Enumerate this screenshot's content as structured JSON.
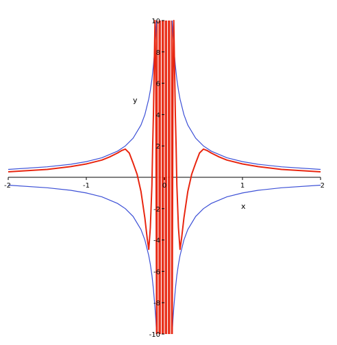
{
  "chart_data": {
    "type": "line",
    "xlabel": "x",
    "ylabel": "y",
    "xlim": [
      -2,
      2
    ],
    "ylim": [
      -10,
      10
    ],
    "x_ticks": [
      -2,
      -1,
      0,
      1,
      2
    ],
    "x_tick_labels": [
      "-2",
      "-1",
      "0",
      "1",
      "2"
    ],
    "y_ticks": [
      -10,
      -8,
      -6,
      -4,
      -2,
      2,
      4,
      6,
      8,
      10
    ],
    "y_tick_labels": [
      "-10",
      "-8",
      "-6",
      "-4",
      "-2",
      "2",
      "4",
      "6",
      "8",
      "10"
    ],
    "grid": false,
    "legend": "none",
    "series": [
      {
        "color": "#3b4fd6",
        "style": "envelope",
        "x": [
          -2,
          -1.5,
          -1.2,
          -1,
          -0.8,
          -0.6,
          -0.5,
          -0.4,
          -0.3,
          -0.25,
          -0.2,
          -0.18,
          -0.16,
          -0.14,
          -0.12,
          -0.11,
          -0.1,
          0.1,
          0.11,
          0.12,
          0.14,
          0.16,
          0.18,
          0.2,
          0.25,
          0.3,
          0.4,
          0.5,
          0.6,
          0.8,
          1,
          1.2,
          1.5,
          2
        ],
        "y_upper": [
          0.5,
          0.67,
          0.83,
          1,
          1.25,
          1.67,
          2,
          2.5,
          3.33,
          4,
          5,
          5.56,
          6.25,
          7.14,
          8.33,
          9.09,
          10,
          10,
          9.09,
          8.33,
          7.14,
          6.25,
          5.56,
          5,
          4,
          3.33,
          2.5,
          2,
          1.67,
          1.25,
          1,
          0.83,
          0.67,
          0.5
        ],
        "y_lower": [
          -0.5,
          -0.67,
          -0.83,
          -1,
          -1.25,
          -1.67,
          -2,
          -2.5,
          -3.33,
          -4,
          -5,
          -5.56,
          -6.25,
          -7.14,
          -8.33,
          -9.09,
          -10,
          -10,
          -9.09,
          -8.33,
          -7.14,
          -6.25,
          -5.56,
          -5,
          -4,
          -3.33,
          -2.5,
          -2,
          -1.67,
          -1.25,
          -1,
          -0.83,
          -0.67,
          -0.5
        ]
      },
      {
        "color": "#e8250f",
        "style": "oscillating",
        "x": [
          -2,
          -1.5,
          -1.2,
          -1,
          -0.8,
          -0.7,
          -0.6,
          -0.55,
          -0.5,
          -0.45,
          -0.4,
          -0.35,
          -0.3,
          -0.25,
          -0.22,
          -0.2,
          -0.18,
          -0.16,
          -0.15,
          -0.14,
          -0.13,
          -0.12,
          -0.11,
          -0.1,
          0.1,
          0.11,
          0.12,
          0.13,
          0.14,
          0.15,
          0.16,
          0.18,
          0.2,
          0.22,
          0.25,
          0.3,
          0.35,
          0.4,
          0.45,
          0.5,
          0.55,
          0.6,
          0.7,
          0.8,
          1,
          1.2,
          1.5,
          2
        ],
        "y": [
          0.35,
          0.5,
          0.68,
          0.85,
          1.1,
          1.3,
          1.55,
          1.7,
          1.8,
          1.55,
          0.9,
          0.2,
          -0.9,
          -2.6,
          -3.9,
          -4.6,
          -3.2,
          -0.5,
          2,
          4,
          7.14,
          10,
          6,
          -10,
          -10,
          6,
          10,
          7.14,
          4,
          2,
          -0.5,
          -3.2,
          -4.6,
          -3.9,
          -2.6,
          -0.9,
          0.2,
          0.9,
          1.55,
          1.8,
          1.7,
          1.55,
          1.3,
          1.1,
          0.85,
          0.68,
          0.5,
          0.35
        ]
      }
    ],
    "central_band": {
      "color": "#e8250f",
      "x_range": [
        -0.1,
        0.1
      ],
      "y_range": [
        -10,
        10
      ]
    }
  }
}
